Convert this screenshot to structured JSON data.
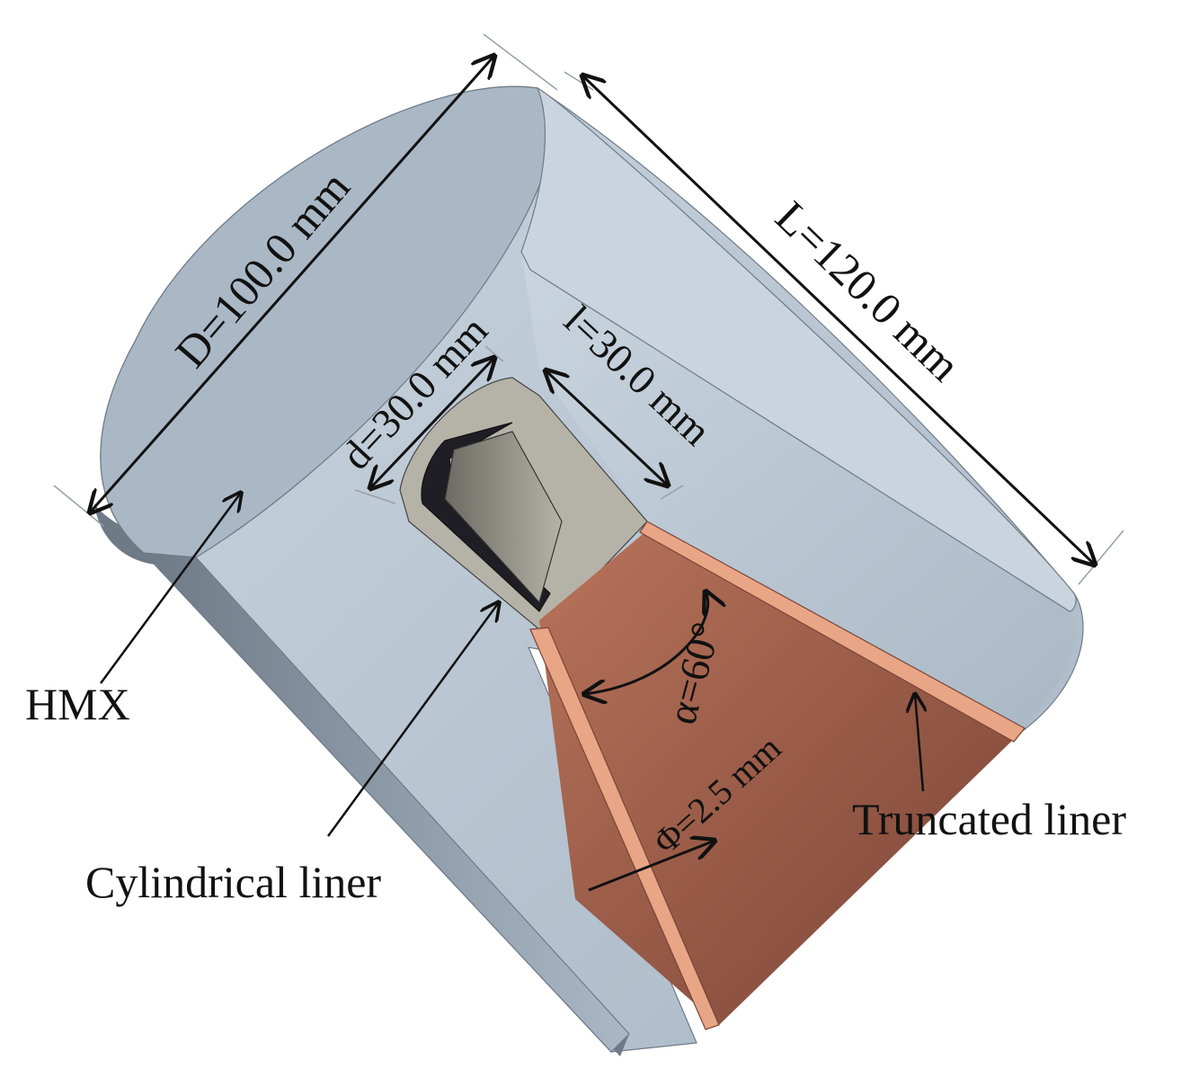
{
  "labels": {
    "D": "D=100.0 mm",
    "L": "L=120.0 mm",
    "d": "d=30.0 mm",
    "l": "l=30.0 mm",
    "alpha": "α=60°",
    "phi": "Φ=2.5 mm",
    "hmx": "HMX",
    "cylindrical_liner": "Cylindrical  liner",
    "truncated_liner": "Truncated liner"
  },
  "colors": {
    "hmx_light": "#c9d4de",
    "hmx_mid": "#aab8c6",
    "hmx_dark": "#6e7a86",
    "copper_light": "#e8a686",
    "copper_mid": "#b8735a",
    "copper_dark": "#7a4436",
    "steel_light": "#b5b3a8",
    "steel_dark": "#6c6a62"
  }
}
